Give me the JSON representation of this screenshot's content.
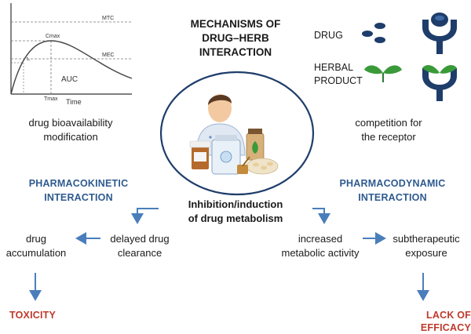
{
  "title_lines": [
    "MECHANISMS OF",
    "DRUG–HERB",
    "INTERACTION"
  ],
  "pk_graph": {
    "mtc": "MTC",
    "mec": "MEC",
    "cmax": "Cmax",
    "tmax": "Tmax",
    "auc": "AUC",
    "time": "Time",
    "small": "t₀"
  },
  "caption_left": [
    "drug bioavailability",
    "modification"
  ],
  "legend": {
    "drug": "DRUG",
    "herbal_lines": [
      "HERBAL",
      "PRODUCT"
    ]
  },
  "caption_right": [
    "competition for",
    "the receptor"
  ],
  "pk_heading": [
    "PHARMACOKINETIC",
    "INTERACTION"
  ],
  "pd_heading": [
    "PHARMACODYNAMIC",
    "INTERACTION"
  ],
  "center_label": [
    "Inhibition/induction",
    "of drug metabolism"
  ],
  "left_branch": {
    "delayed": [
      "delayed drug",
      "clearance"
    ],
    "accumulation": [
      "drug",
      "accumulation"
    ],
    "outcome": "TOXICITY"
  },
  "right_branch": {
    "increased": [
      "increased",
      "metabolic activity"
    ],
    "subtherapeutic": [
      "subtherapeutic",
      "exposure"
    ],
    "outcome": "LACK OF EFFICACY"
  },
  "colors": {
    "blue_arrow": "#4a7ebb",
    "heading_blue": "#2e5a8f",
    "outcome_red": "#c0392b",
    "drug_navy": "#1f3d6b",
    "herb_green": "#3a9a3a"
  }
}
